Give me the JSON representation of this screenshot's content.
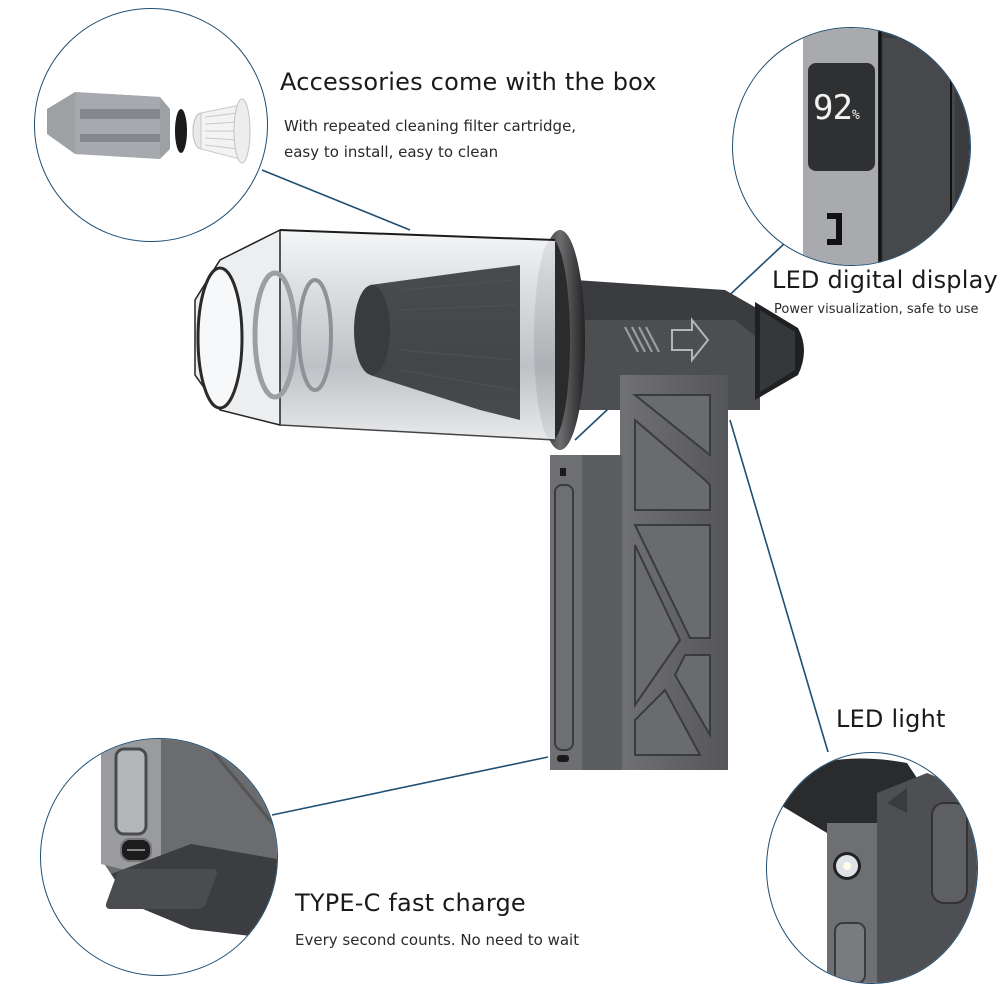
{
  "features": [
    {
      "id": "accessories",
      "title": "Accessories come with the box",
      "lines": [
        "With repeated cleaning filter cartridge,",
        "easy to install, easy to clean"
      ]
    },
    {
      "id": "led-display",
      "title": "LED digital display",
      "lines": [
        "Power visualization, safe to use"
      ]
    },
    {
      "id": "led-light",
      "title": "LED light",
      "lines": []
    },
    {
      "id": "type-c",
      "title": "TYPE-C fast charge",
      "lines": [
        "Every second counts. No need to wait"
      ]
    }
  ],
  "display": {
    "battery_value": "92",
    "battery_unit": "%"
  },
  "colors": {
    "callout_line": "#1f4f73",
    "body_dark": "#3a3b3d",
    "body_mid": "#5a5b5e",
    "body_light": "#8a8b8e",
    "canister": "#d9dde0"
  }
}
